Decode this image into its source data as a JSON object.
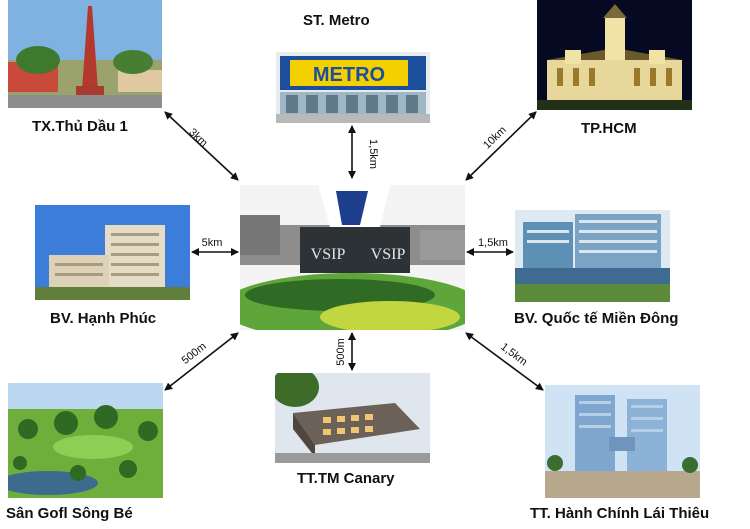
{
  "center": {
    "sign": "VSIP"
  },
  "places": {
    "metro": {
      "name": "ST. Metro",
      "store_sign": "METRO",
      "distance": "1,5km"
    },
    "thu_dau_mot": {
      "name": "TX.Thủ Dầu 1",
      "distance": "3km"
    },
    "hcm": {
      "name": "TP.HCM",
      "distance": "10km"
    },
    "hanh_phuc": {
      "name": "BV. Hạnh Phúc",
      "distance": "5km"
    },
    "mien_dong": {
      "name": "BV. Quốc tế Miền Đông",
      "distance": "1,5km"
    },
    "song_be": {
      "name": "Sân Gofl Sông Bé",
      "distance": "500m"
    },
    "canary": {
      "name": "TT.TM Canary",
      "distance": "500m"
    },
    "lai_thieu": {
      "name": "TT. Hành Chính Lái Thiêu",
      "distance": "1,5km"
    }
  },
  "colors": {
    "arrow": "#111111",
    "metro_blue": "#1d4e9e",
    "metro_yellow": "#f5d000"
  }
}
